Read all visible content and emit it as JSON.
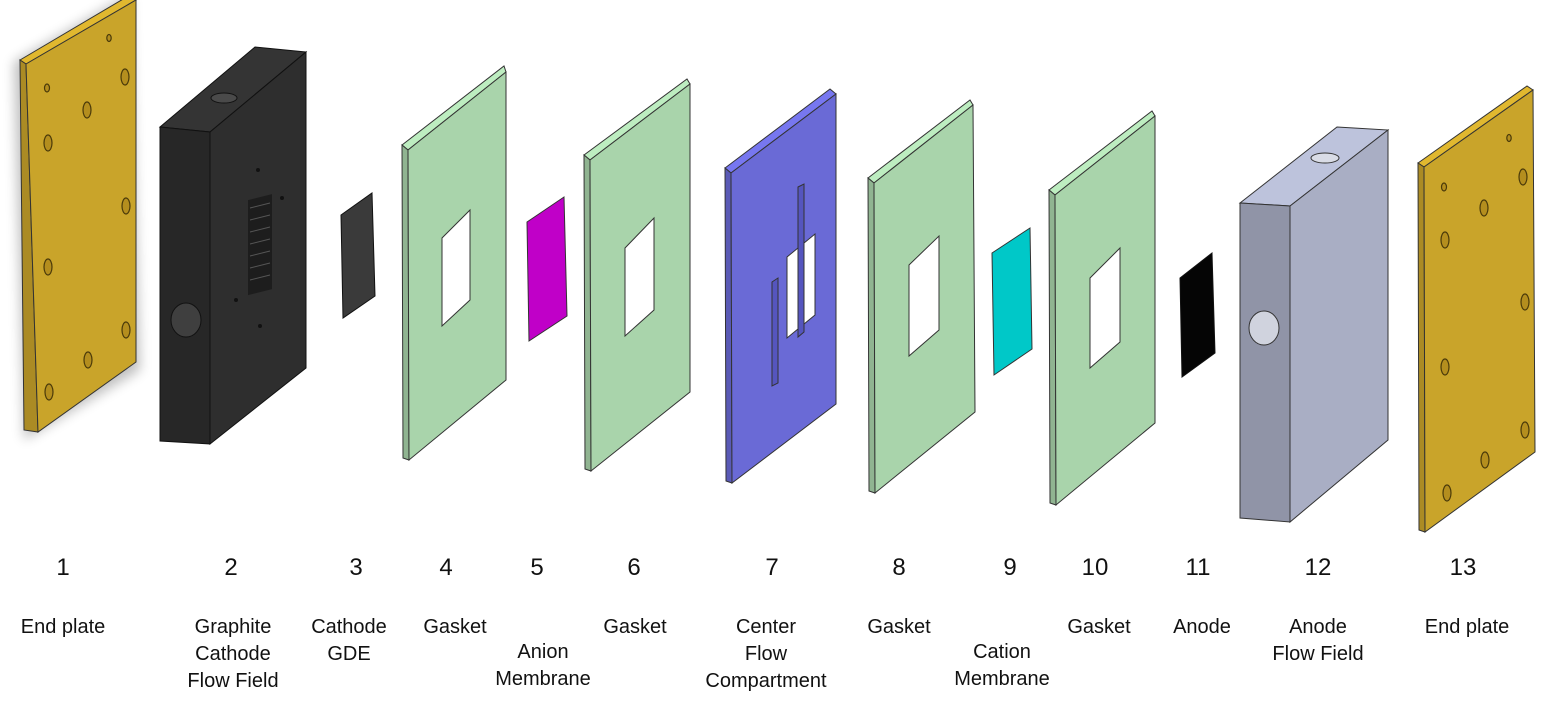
{
  "components": [
    {
      "number": "1",
      "label_lines": [
        "End plate"
      ],
      "color": "#C9A42A"
    },
    {
      "number": "2",
      "label_lines": [
        "Graphite",
        "Cathode",
        "Flow Field"
      ],
      "color": "#2E2E2E"
    },
    {
      "number": "3",
      "label_lines": [
        "Cathode",
        "GDE"
      ],
      "color": "#3A3A3A"
    },
    {
      "number": "4",
      "label_lines": [
        "Gasket"
      ],
      "color": "#A9D4AB"
    },
    {
      "number": "5",
      "label_lines": [
        "Anion",
        "Membrane"
      ],
      "color": "#C000C8"
    },
    {
      "number": "6",
      "label_lines": [
        "Gasket"
      ],
      "color": "#A9D4AB"
    },
    {
      "number": "7",
      "label_lines": [
        "Center",
        "Flow",
        "Compartment"
      ],
      "color": "#6A6AD6"
    },
    {
      "number": "8",
      "label_lines": [
        "Gasket"
      ],
      "color": "#A9D4AB"
    },
    {
      "number": "9",
      "label_lines": [
        "Cation",
        "Membrane"
      ],
      "color": "#00C8C8"
    },
    {
      "number": "10",
      "label_lines": [
        "Gasket"
      ],
      "color": "#A9D4AB"
    },
    {
      "number": "11",
      "label_lines": [
        "Anode"
      ],
      "color": "#050505"
    },
    {
      "number": "12",
      "label_lines": [
        "Anode",
        "Flow Field"
      ],
      "color": "#A9AEC4"
    },
    {
      "number": "13",
      "label_lines": [
        "End plate"
      ],
      "color": "#C9A42A"
    }
  ]
}
